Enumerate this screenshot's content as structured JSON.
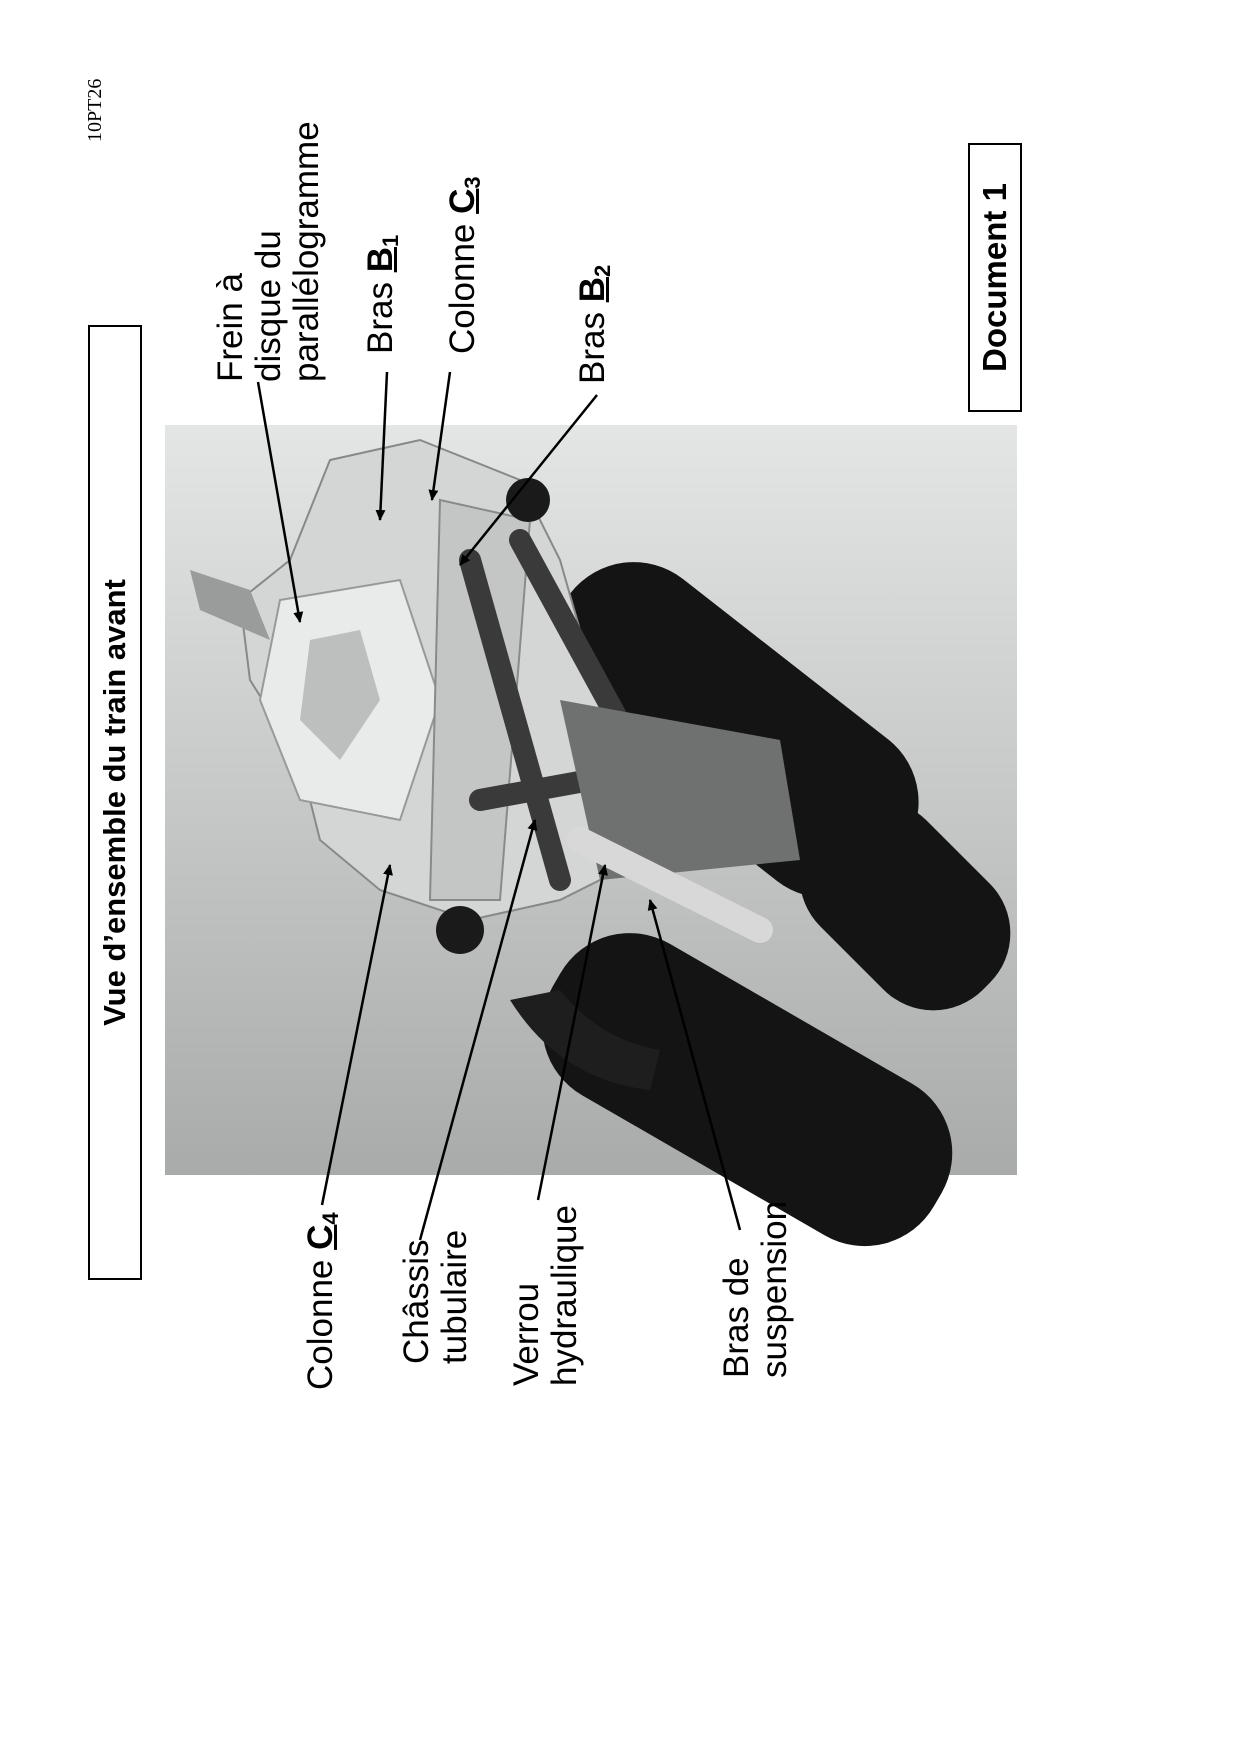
{
  "page_code": "10PT26",
  "title": "Vue d’ensemble du train avant",
  "document_label": "Document 1",
  "labels": {
    "frein": [
      "Frein à",
      "disque du",
      "parallélogramme"
    ],
    "bras_b1": {
      "text": "Bras ",
      "letter": "B",
      "sub": "1"
    },
    "colonne_c3": {
      "text": "Colonne ",
      "letter": "C",
      "sub": "3"
    },
    "bras_b2": {
      "text": "Bras ",
      "letter": "B",
      "sub": "2"
    },
    "colonne_c4": {
      "text": "Colonne ",
      "letter": "C",
      "sub": "4"
    },
    "chassis": [
      "Châssis",
      "tubulaire"
    ],
    "verrou": [
      "Verrou",
      "hydraulique"
    ],
    "bras_suspension": [
      "Bras de",
      "suspension"
    ]
  }
}
